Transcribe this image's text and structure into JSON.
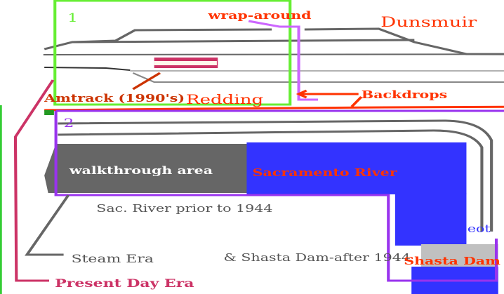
{
  "zones": {
    "zone1": "1",
    "zone2": "2"
  },
  "labels": {
    "wrap_around": "wrap-around",
    "dunsmuir": "Dunsmuir",
    "amtrack": "Amtrack (1990's)",
    "redding": "Redding",
    "backdrops": "Backdrops",
    "walkthrough": "walkthrough area",
    "sacramento_river": "Sacramento River",
    "sac_river_prior": "Sac. River prior to 1944",
    "steam_era": "Steam Era",
    "shasta_after": "& Shasta Dam-after 1944",
    "present_day_era": "Present Day Era",
    "shasta_dam": "Shasta Dam",
    "eot": "eot"
  },
  "colors": {
    "zone1_border": "#66ee33",
    "zone2_border": "#9933ee",
    "label_red": "#ff3300",
    "river_blue": "#3333ff",
    "track_gray": "#666666",
    "present_day": "#cc3366",
    "dam_gray": "#c0c0c0"
  }
}
